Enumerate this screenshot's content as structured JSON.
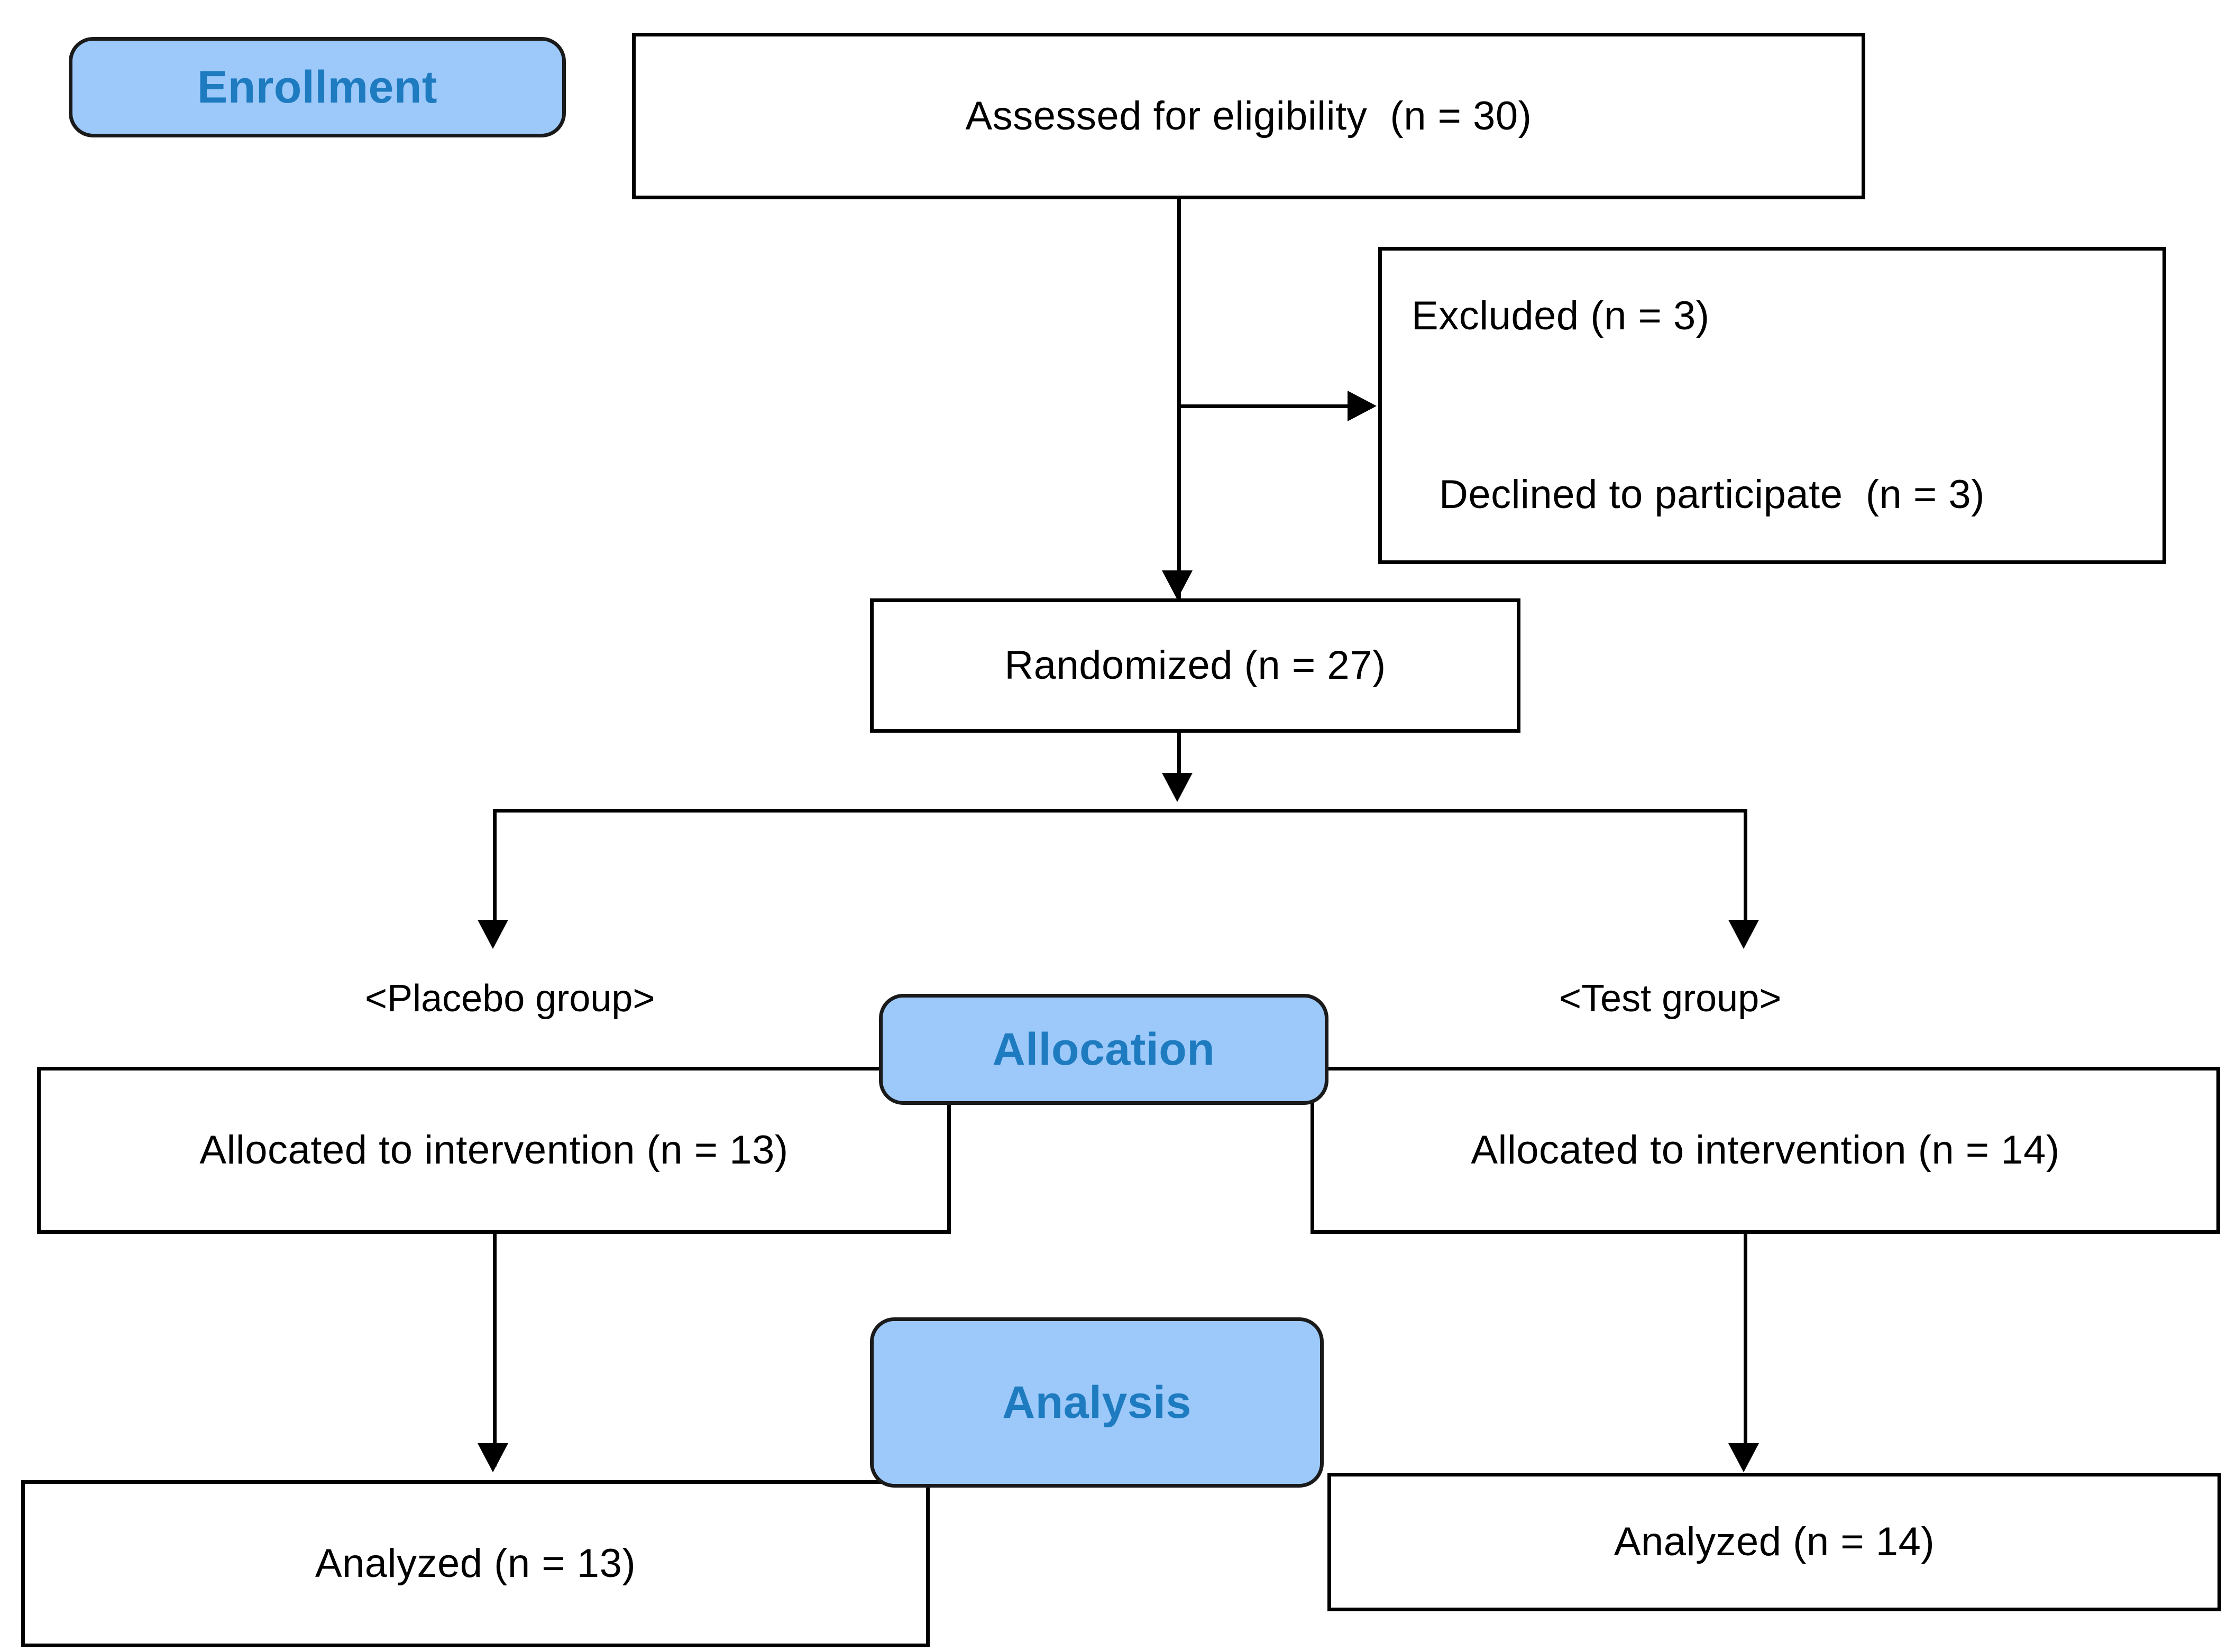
{
  "diagram": {
    "type": "consort-flow-diagram",
    "stages": [
      {
        "id": "enrollment",
        "label": "Enrollment"
      },
      {
        "id": "allocation",
        "label": "Allocation"
      },
      {
        "id": "analysis",
        "label": "Analysis"
      }
    ],
    "colors": {
      "badge_fill": "#9CC9FA",
      "badge_text": "#1E7BC0",
      "box_border": "#000000",
      "box_fill": "#FFFFFF",
      "body_text": "#000000"
    },
    "nodes": {
      "assessed": {
        "text": "Assessed for eligibility  (n = 30)"
      },
      "excluded_title": {
        "text": "Excluded (n = 3)"
      },
      "excluded_reason": {
        "text": "Declined to participate  (n = 3)"
      },
      "randomized": {
        "text": "Randomized (n = 27)"
      },
      "placebo_group_label": {
        "text": "<Placebo group>"
      },
      "test_group_label": {
        "text": "<Test group>"
      },
      "allocated_placebo": {
        "text": "Allocated to intervention (n = 13)"
      },
      "allocated_test": {
        "text": "Allocated to intervention (n = 14)"
      },
      "analyzed_placebo": {
        "text": "Analyzed (n = 13)"
      },
      "analyzed_test": {
        "text": "Analyzed (n = 14)"
      }
    },
    "counts": {
      "assessed": 30,
      "excluded": 3,
      "declined": 3,
      "randomized": 27,
      "allocated_placebo": 13,
      "allocated_test": 14,
      "analyzed_placebo": 13,
      "analyzed_test": 14
    }
  }
}
